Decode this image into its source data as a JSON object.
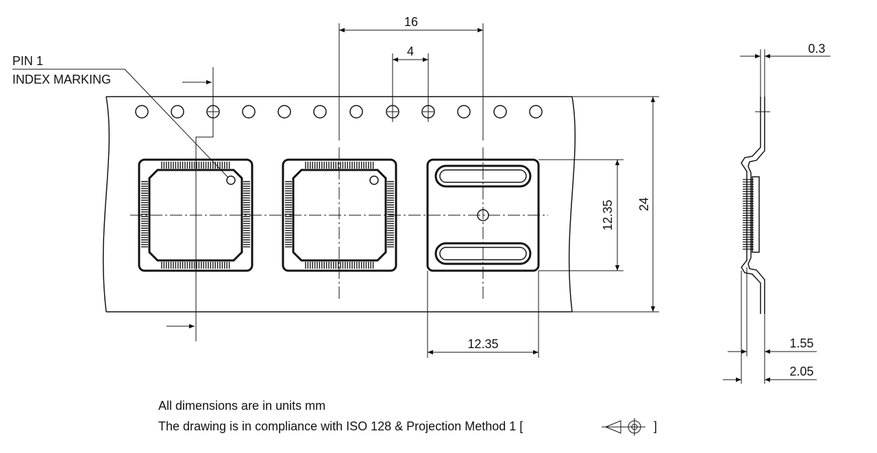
{
  "labels": {
    "pin1": "PIN 1",
    "index_marking": "INDEX MARKING",
    "pitch_16": "16",
    "pitch_4": "4",
    "dim_12_35_v": "12.35",
    "dim_24": "24",
    "dim_12_35_h": "12.35",
    "dim_0_3": "0.3",
    "dim_1_55": "1.55",
    "dim_2_05": "2.05"
  },
  "notes": {
    "line1": "All dimensions are in units mm",
    "line2": "The drawing is in compliance with ISO 128 &  Projection Method 1 [",
    "line2_end": "]"
  },
  "icons": [
    "first-angle-projection-icon",
    "arrow-icon"
  ]
}
